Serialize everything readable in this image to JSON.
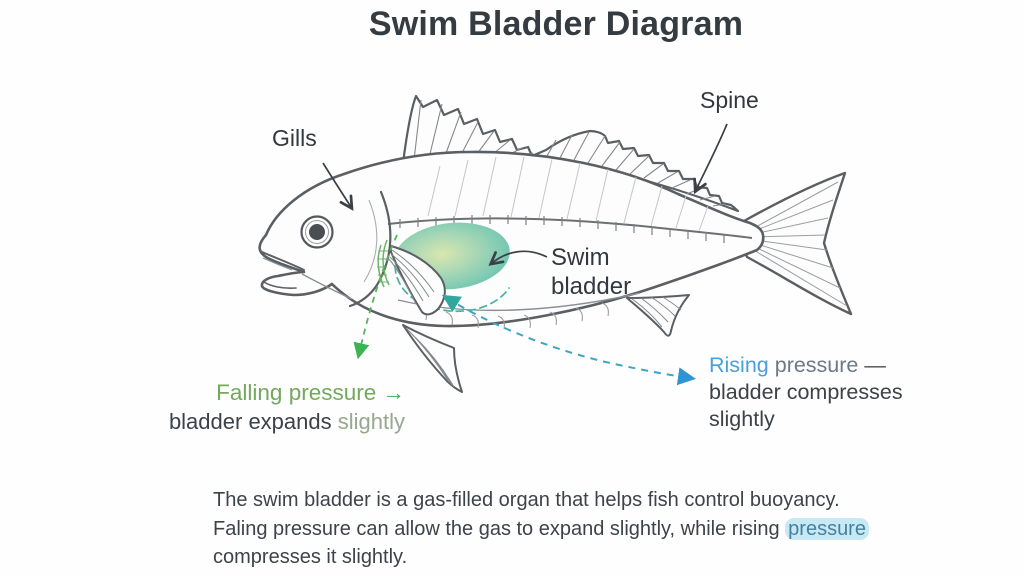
{
  "title": "Swim Bladder Diagram",
  "labels": {
    "gills": "Gills",
    "spine": "Spine",
    "swim_bladder": [
      "Swim",
      "bladder"
    ],
    "falling": {
      "heading": "Falling pressure",
      "arrow": "→",
      "sub_dark": "bladder expands",
      "sub_light": "slightly"
    },
    "rising": {
      "word1": "Rising",
      "word2": "pressure",
      "dash": "—",
      "sub_line1": "bladder compresses",
      "sub_line2": "slightly"
    }
  },
  "caption": {
    "line1": "The swim bladder is a gas-filled organ that helps fish control buoyancy.",
    "line2_pre": "Faling pressure can allow the gas to expand slightly, while rising ",
    "line2_highlight": "pressure",
    "line3": "compresses it slightly."
  },
  "colors": {
    "title_text": "#343b41",
    "body_text": "#3c434a",
    "falling_green_text": "#74a85d",
    "falling_green_arrow": "#3cb453",
    "rising_blue_text": "#4aa0d8",
    "rising_gray_text": "#6d7888",
    "bladder_teal_edge": "#63c1b1",
    "bladder_center": "#d9e7ae",
    "dashed_curve_teal": "#3ba6c2",
    "highlight_bg": "#c7e9f3",
    "fish_outline": "#5a5f63"
  },
  "icons": {
    "gills_pointer": "arrow-down-right",
    "spine_pointer": "arrow-down-left",
    "swim_bladder_pointer": "arrow-left",
    "falling_pressure_pointer": "dashed-arrow-down",
    "rising_pressure_pointer": "dashed-curve-arrow-right"
  }
}
